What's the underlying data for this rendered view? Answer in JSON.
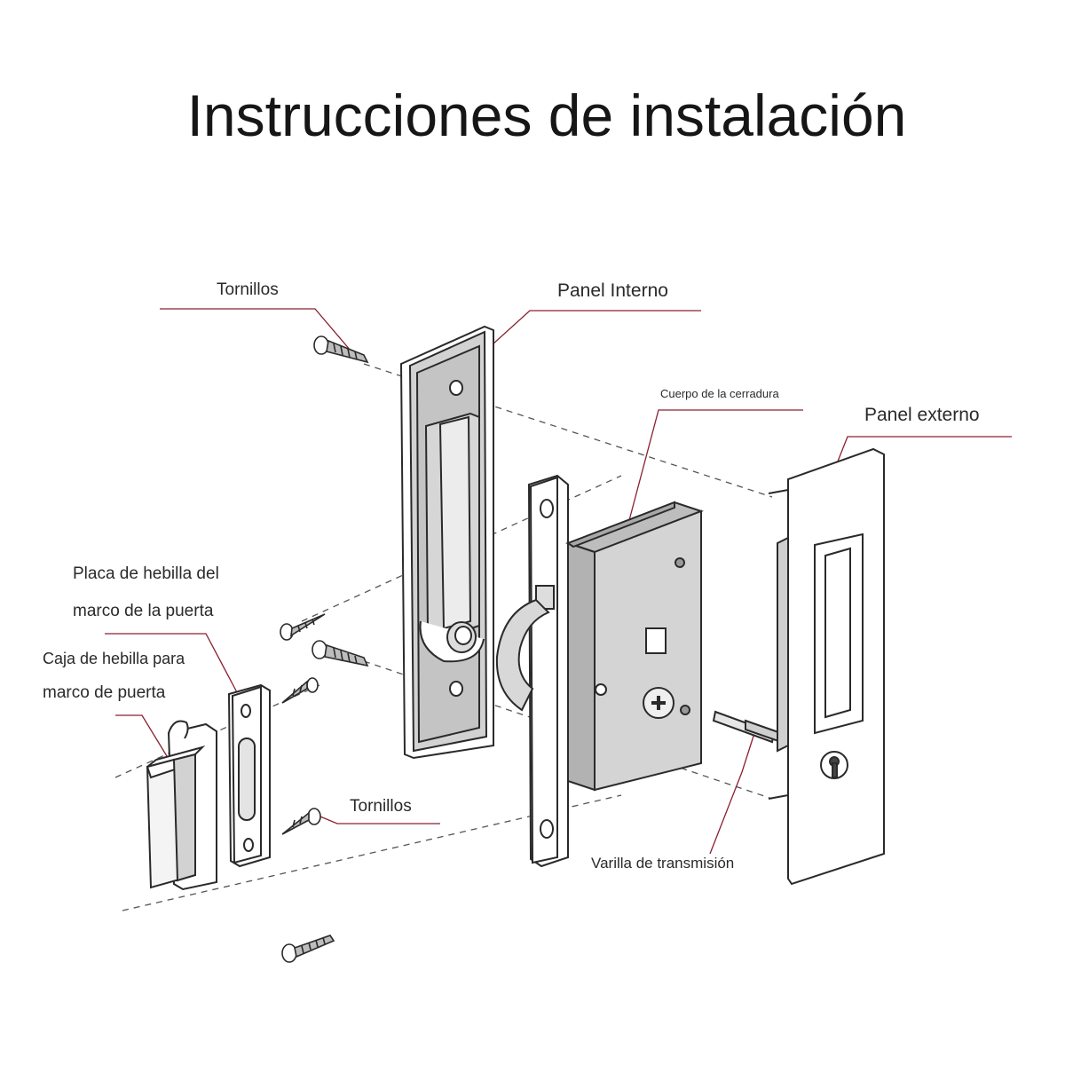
{
  "title": "Instrucciones de instalación",
  "labels": {
    "tornillos_top": "Tornillos",
    "panel_interno": "Panel Interno",
    "cuerpo_cerradura": "Cuerpo de la cerradura",
    "panel_externo": "Panel externo",
    "placa_line1": "Placa de hebilla del",
    "placa_line2": "marco de la puerta",
    "caja_line1": "Caja de hebilla para",
    "caja_line2": "marco de puerta",
    "tornillos_bottom": "Tornillos",
    "varilla": "Varilla de transmisión"
  },
  "colors": {
    "outline": "#2a2a2a",
    "panel_fill": "#c9c9c9",
    "body_fill": "#d4d4d4",
    "leader_line": "#8a2030",
    "dashed": "#555555"
  }
}
